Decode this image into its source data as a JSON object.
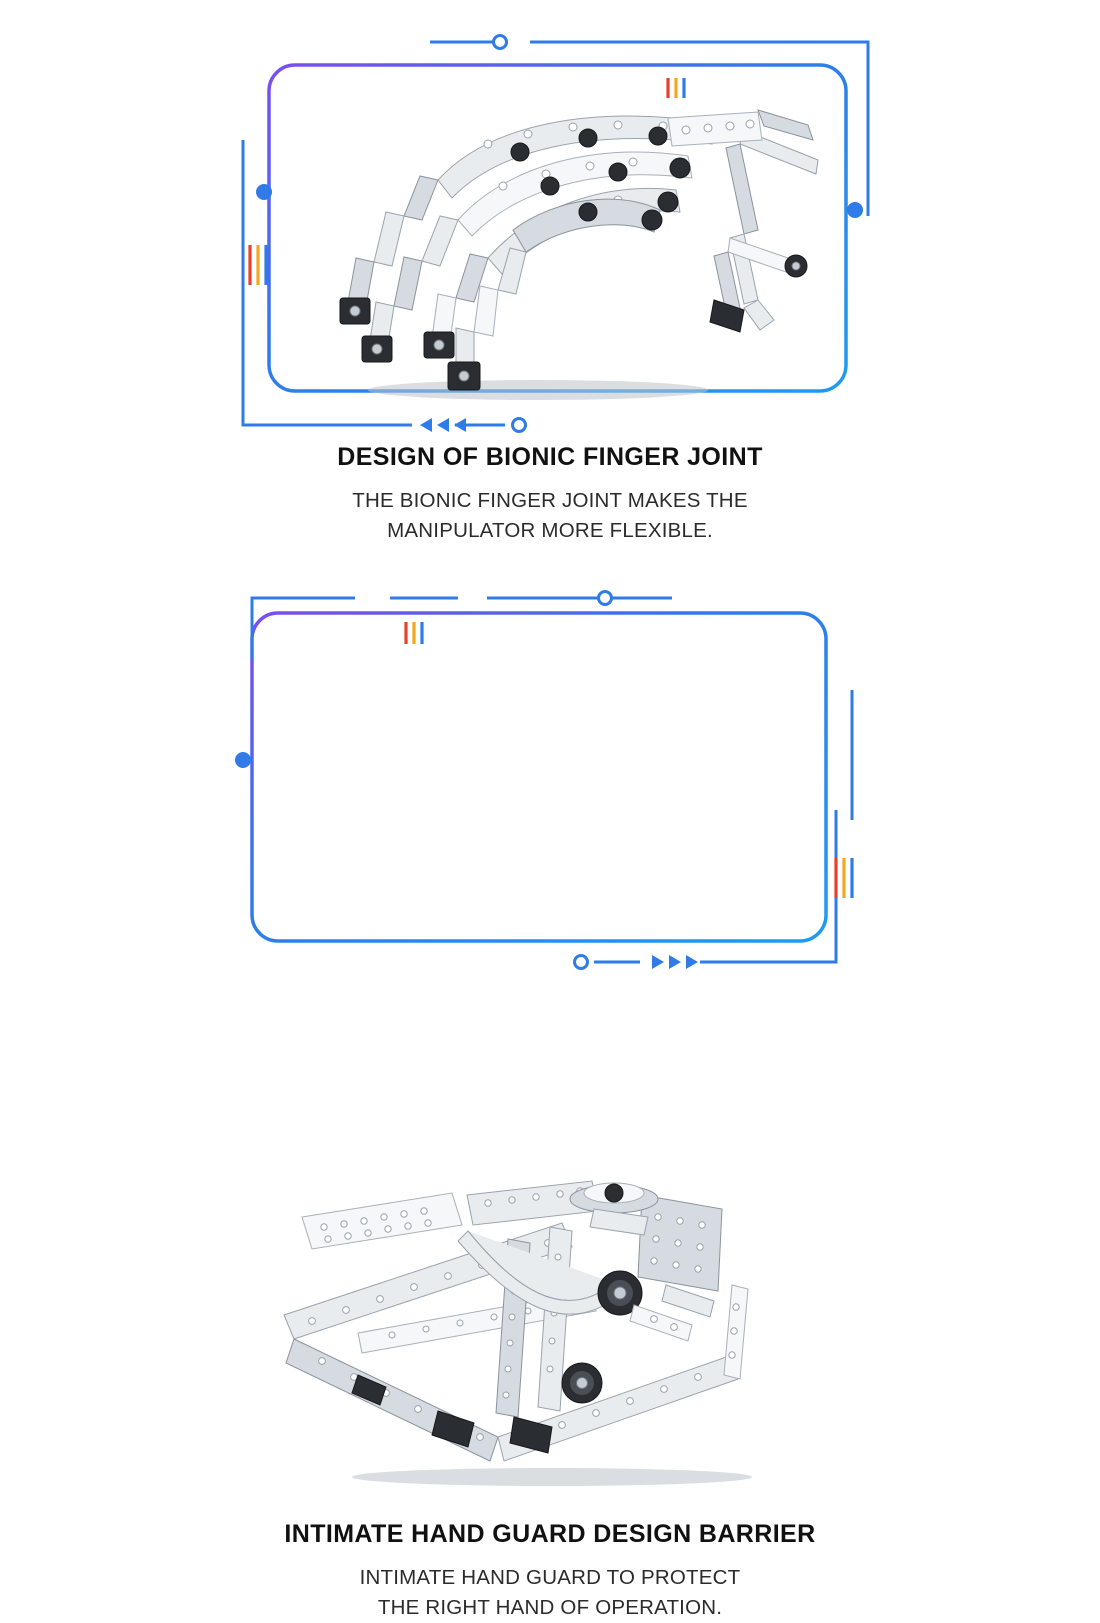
{
  "page": {
    "background_color": "#ffffff",
    "accent_blue": "#1f6fe0",
    "accent_purple": "#6f4cf0",
    "accent_orange": "#f5a623",
    "accent_red": "#e8402a",
    "text_color": "#111111"
  },
  "sections": [
    {
      "id": "bionic-finger-joint",
      "image_alt": "Metal robotic hand with articulated bionic fingers curled forward",
      "title": "DESIGN OF BIONIC FINGER JOINT",
      "body_lines": [
        "THE BIONIC FINGER JOINT MAKES THE",
        "MANIPULATOR MORE FLEXIBLE."
      ],
      "decoration": {
        "arrow_direction": "left",
        "arrow_count": 3,
        "dot_markers": 4,
        "stripe_colors": [
          "#e8402a",
          "#f5a623",
          "#1f6fe0"
        ]
      }
    },
    {
      "id": "intimate-hand-guard",
      "image_alt": "Metal chassis frame of robotic arm base with wheels and perforated plates",
      "title": "INTIMATE HAND GUARD DESIGN BARRIER",
      "body_lines": [
        "INTIMATE HAND GUARD TO PROTECT",
        "THE RIGHT HAND OF OPERATION."
      ],
      "decoration": {
        "arrow_direction": "right",
        "arrow_count": 3,
        "dot_markers": 4,
        "stripe_colors": [
          "#e8402a",
          "#f5a623",
          "#1f6fe0"
        ]
      }
    }
  ]
}
